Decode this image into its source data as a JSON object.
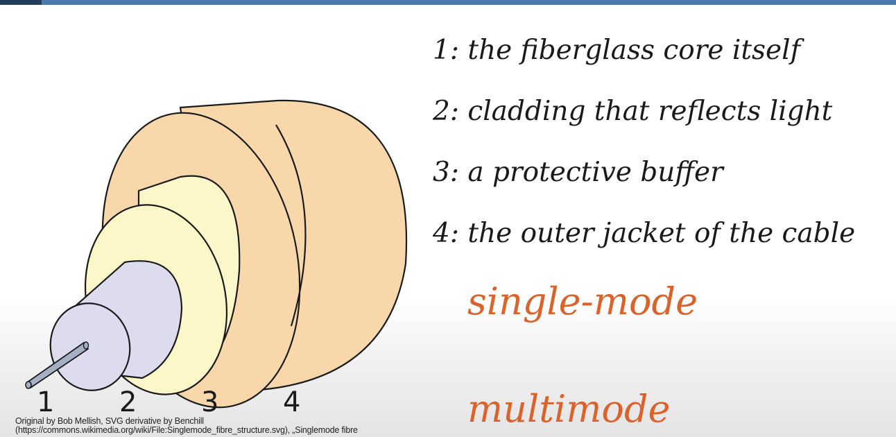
{
  "colors": {
    "top_bar": "#4a7aab",
    "top_bar_tab": "#233b5c",
    "core": "#a4b0c4",
    "cladding": "#dcdcee",
    "buffer": "#fbf7c9",
    "jacket": "#f8d8ab",
    "accent_label": "#d9632b"
  },
  "diagram": {
    "layer_numbers": [
      "1",
      "2",
      "3",
      "4"
    ],
    "credit": [
      "Original by Bob Mellish, SVG derivative by Benchill",
      "(https://commons.wikimedia.org/wiki/File:Singlemode_fibre_structure.svg), „Singlemode fibre"
    ]
  },
  "legend": {
    "items": [
      "1: the fiberglass core itself",
      "2: cladding that reflects light",
      "3: a protective buffer",
      "4: the outer jacket of the cable"
    ]
  },
  "modes": {
    "single": "single-mode",
    "multi": "multimode"
  }
}
